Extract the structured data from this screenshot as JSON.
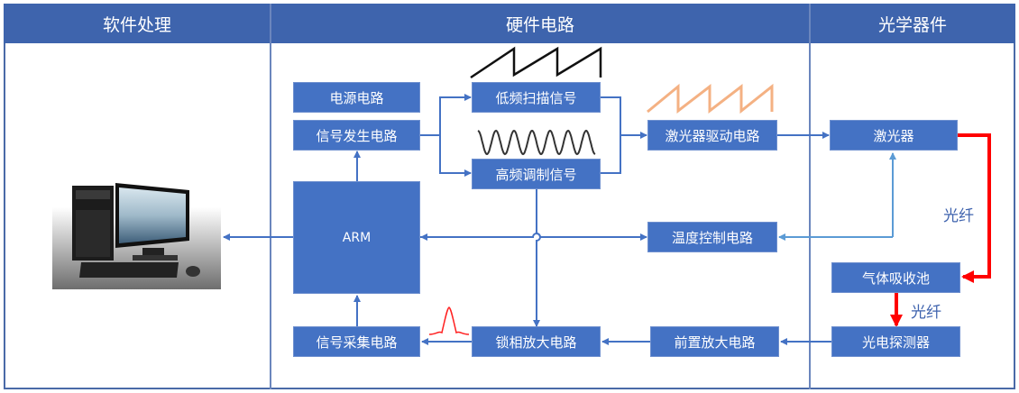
{
  "columns": [
    {
      "title": "软件处理"
    },
    {
      "title": "硬件电路"
    },
    {
      "title": "光学器件"
    }
  ],
  "blocks": {
    "power": "电源电路",
    "signal_gen": "信号发生电路",
    "low_freq": "低频扫描信号",
    "high_freq": "高频调制信号",
    "laser_driver": "激光器驱动电路",
    "laser": "激光器",
    "arm": "ARM",
    "temp_ctrl": "温度控制电路",
    "gas_cell": "气体吸收池",
    "signal_acq": "信号采集电路",
    "lockin": "锁相放大电路",
    "preamp": "前置放大电路",
    "photodetector": "光电探测器"
  },
  "labels": {
    "fiber_1": "光纤",
    "fiber_2": "光纤"
  },
  "icons": {
    "computer": "desktop-computer-icon"
  },
  "colors": {
    "header": "#3e64ad",
    "block": "#4472c4",
    "arrow": "#4472c4",
    "fiber": "#ff0000",
    "sawtooth_low": "#111111",
    "sawtooth_driver": "#f4b183",
    "peak": "#ff0000"
  }
}
